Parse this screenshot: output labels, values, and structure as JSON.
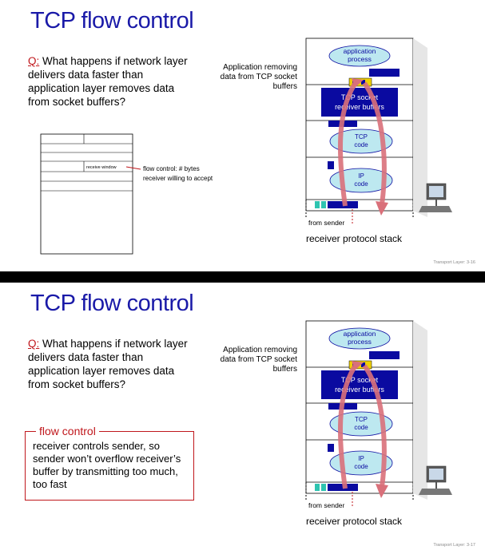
{
  "slides": [
    {
      "title": "TCP flow control",
      "question_prefix": "Q:",
      "question_text": " What happens if network layer delivers data faster than application layer removes data from socket buffers?",
      "app_note": "Application removing data from TCP socket buffers",
      "diagram": {
        "app_process": "application process",
        "socket_buffers": "TCP socket receiver buffers",
        "tcp_code": "TCP code",
        "ip_code": "IP code",
        "from_sender": "from sender",
        "caption": "receiver protocol stack"
      },
      "segment": {
        "receive_window_label": "receive window",
        "annotation": "flow control: # bytes receiver willing to accept"
      },
      "footer": "Transport Layer: 3-16"
    },
    {
      "title": "TCP flow control",
      "question_prefix": "Q:",
      "question_text": " What happens if network layer delivers data faster than application layer removes data from socket buffers?",
      "app_note": "Application removing data from TCP socket buffers",
      "diagram": {
        "app_process": "application process",
        "socket_buffers": "TCP socket receiver buffers",
        "tcp_code": "TCP code",
        "ip_code": "IP code",
        "from_sender": "from sender",
        "caption": "receiver protocol stack"
      },
      "flow_control": {
        "title": "flow control",
        "text": "receiver controls sender, so sender won’t overflow receiver’s buffer by transmitting too much, too fast"
      },
      "footer": "Transport Layer: 3-17"
    }
  ],
  "colors": {
    "title": "#1a1aa8",
    "question_prefix": "#c0171c",
    "stack_blue": "#0a0aa0",
    "bubble_fill": "#bde8f0",
    "arrow_red": "#d9707a",
    "buffer_yellow": "#f0d100",
    "teal": "#2ec4b0",
    "flow_box_border": "#c0171c"
  },
  "icons": [
    "computer-icon"
  ]
}
